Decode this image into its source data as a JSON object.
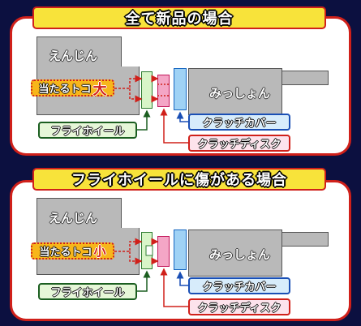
{
  "colors": {
    "background": "#0c1040",
    "panel_border": "#d0201a",
    "banner_fill": "#f8e33a",
    "engine_gray": "#b9b9b9",
    "flywheel_green": "#d8f5c8",
    "disc_pink": "#f4a6c6",
    "cover_blue": "#9fd2f5",
    "contact_orange": "#f7b61b"
  },
  "panel1": {
    "title": "全て新品の場合",
    "engine": "えんじん",
    "transmission": "みっしょん",
    "contact_prefix": "当たるトコ",
    "contact_suffix": "大",
    "flywheel": "フライホイール",
    "clutch_cover": "クラッチカバー",
    "clutch_disc": "クラッチディスク"
  },
  "panel2": {
    "title": "フライホイールに傷がある場合",
    "engine": "えんじん",
    "transmission": "みっしょん",
    "contact_prefix": "当たるトコ",
    "contact_suffix": "小",
    "flywheel": "フライホイール",
    "clutch_cover": "クラッチカバー",
    "clutch_disc": "クラッチディスク"
  }
}
